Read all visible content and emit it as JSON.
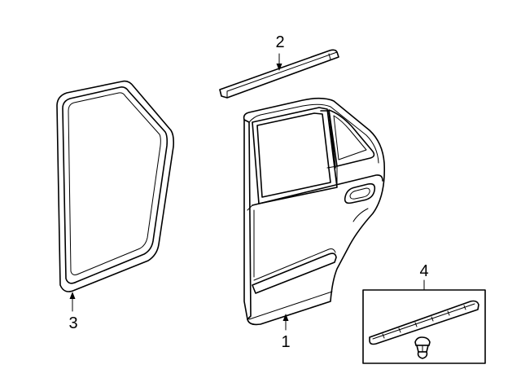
{
  "callouts": {
    "door": "1",
    "molding": "2",
    "weatherstrip": "3",
    "kit": "4"
  },
  "colors": {
    "line": "#000000",
    "background": "#ffffff"
  }
}
